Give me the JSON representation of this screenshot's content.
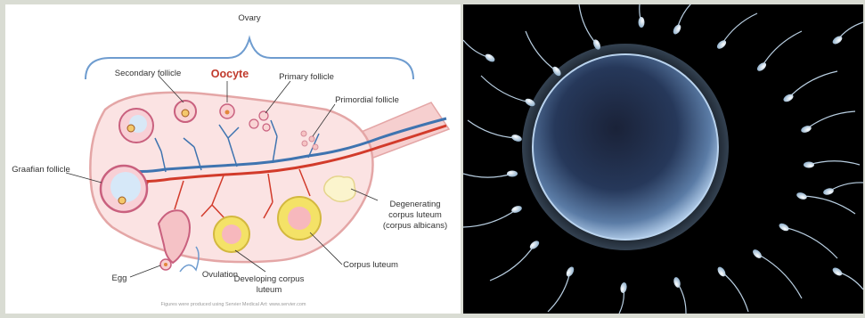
{
  "diagram": {
    "labels": {
      "ovary": "Ovary",
      "oocyte": "Oocyte",
      "secondary_follicle": "Secondary follicle",
      "primary_follicle": "Primary follicle",
      "primordial_follicle": "Primordial follicle",
      "graafian_follicle": "Graafian follicle",
      "degenerating_line1": "Degenerating",
      "degenerating_line2": "corpus luteum",
      "degenerating_line3": "(corpus albicans)",
      "corpus_luteum": "Corpus luteum",
      "egg": "Egg",
      "ovulation": "Ovulation",
      "developing_line1": "Developing corpus",
      "developing_line2": "luteum",
      "credit": "Figures were produced using Servier Medical Art: www.servier.com"
    },
    "colors": {
      "ovary_fill": "#fbe3e3",
      "ovary_stroke": "#e4a6a6",
      "artery": "#d23b2b",
      "vein": "#3f74b0",
      "bracket": "#6e9ccf",
      "corpus_luteum": "#f4e267",
      "corpus_albicans": "#fbf4cd",
      "oocyte_label": "#c0392b"
    }
  },
  "photo": {
    "subject": "egg-cell-with-sperm",
    "colors": {
      "background": "#000000",
      "egg": "#5b7ca6",
      "sperm": "#d7e6f2"
    }
  }
}
